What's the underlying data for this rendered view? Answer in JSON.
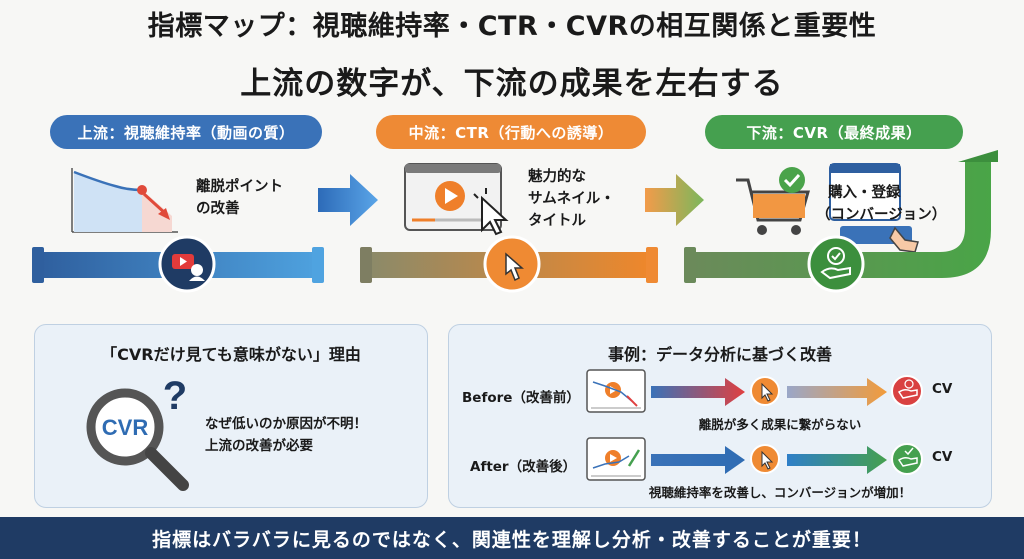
{
  "title": "指標マップ：視聴維持率・CTR・CVRの相互関係と重要性",
  "subtitle": "上流の数字が、下流の成果を左右する",
  "stages": [
    {
      "label": "上流：視聴維持率（動画の質）",
      "caption_1": "離脱ポイント",
      "caption_2": "の改善",
      "color": "#3a72b8"
    },
    {
      "label": "中流：CTR（行動への誘導）",
      "caption_1": "魅力的な",
      "caption_2": "サムネイル・",
      "caption_3": "タイトル",
      "color": "#ee8a35"
    },
    {
      "label": "下流：CVR（最終成果）",
      "caption_1": "購入・登録",
      "caption_2": "（コンバージョン）",
      "color": "#45a04f"
    }
  ],
  "left_card": {
    "title": "「CVRだけ見ても意味がない」理由",
    "magnifier_text": "CVR",
    "question_mark": "?",
    "line_1": "なぜ低いのか原因が不明！",
    "line_2": "上流の改善が必要"
  },
  "right_card": {
    "title": "事例：データ分析に基づく改善",
    "before_label": "Before（改善前）",
    "before_note": "離脱が多く成果に繋がらない",
    "after_label": "After（改善後）",
    "after_note": "視聴維持率を改善し、コンバージョンが増加！",
    "cv_label": "CV"
  },
  "banner": "指標はバラバラに見るのではなく、関連性を理解し分析・改善することが重要！",
  "colors": {
    "blue": "#3a72b8",
    "orange": "#ee8a35",
    "green": "#45a04f",
    "red": "#d94141",
    "navy": "#1f3b64"
  }
}
